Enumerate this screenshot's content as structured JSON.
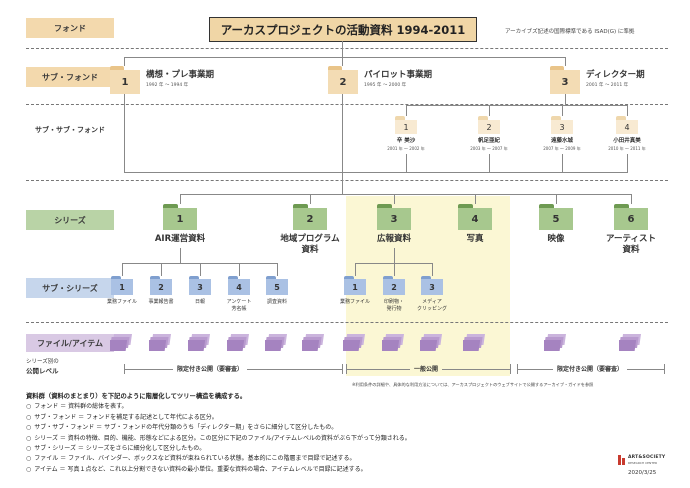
{
  "title": "アーカスプロジェクトの活動資料 1994-2011",
  "isad_note": "アーカイブズ記述の国際標準である ISAD(G) に準拠",
  "levels": {
    "fond": "フォンド",
    "sub_fond": "サブ・フォンド",
    "sub_sub_fond": "サブ・サブ・フォンド",
    "series": "シリーズ",
    "sub_series": "サブ・シリーズ",
    "file_item": "ファイル/アイテム",
    "public_level_line1": "シリーズ別の",
    "public_level_line2": "公開レベル"
  },
  "sub_fonds": [
    {
      "num": "1",
      "title": "構想・プレ事業期",
      "years": "1992 年 〜 1994 年"
    },
    {
      "num": "2",
      "title": "パイロット事業期",
      "years": "1995 年 〜 2000 年"
    },
    {
      "num": "3",
      "title": "ディレクター期",
      "years": "2001 年 〜 2011 年"
    }
  ],
  "sub_sub_fonds": [
    {
      "num": "1",
      "name": "辛 美沙",
      "years": "2001 年 〜 2002 年"
    },
    {
      "num": "2",
      "name": "帆足亜紀",
      "years": "2003 年 〜 2007 年"
    },
    {
      "num": "3",
      "name": "遠藤水城",
      "years": "2007 年 〜 2009 年"
    },
    {
      "num": "4",
      "name": "小田井真美",
      "years": "2010 年 〜 2011 年"
    }
  ],
  "series": [
    {
      "num": "1",
      "name": "AIR運営資料"
    },
    {
      "num": "2",
      "name": "地域プログラム\n資料"
    },
    {
      "num": "3",
      "name": "広報資料"
    },
    {
      "num": "4",
      "name": "写真"
    },
    {
      "num": "5",
      "name": "映像"
    },
    {
      "num": "6",
      "name": "アーティスト\n資料"
    }
  ],
  "sub_series": [
    {
      "num": "1",
      "name": "業務ファイル"
    },
    {
      "num": "2",
      "name": "事業報告書"
    },
    {
      "num": "3",
      "name": "日報"
    },
    {
      "num": "4",
      "name": "アンケート\n芳名帳"
    },
    {
      "num": "5",
      "name": "調査資料"
    },
    {
      "num": "1",
      "name": "業務ファイル"
    },
    {
      "num": "2",
      "name": "印刷物・\n発行物"
    },
    {
      "num": "3",
      "name": "メディア\nクリッピング"
    }
  ],
  "public_levels": {
    "limited_left": "限定付き公開（要審査）",
    "general": "一般公開",
    "limited_right": "限定付き公開（要審査）"
  },
  "footnote": "※利用条件の詳細や、具体的な利用方法については、アーカスプロジェクトのウェブサイトで公開するアーカイブ・ガイドを参照",
  "notes": {
    "heading": "資料群（資料のまとまり）を下記のように階層化してツリー構造を構成する。",
    "items": [
      "フォンド ＝ 資料群の総体を表す。",
      "サブ・フォンド ＝ フォンドを補足する記述として年代による区分。",
      "サブ・サブ・フォンド ＝ サブ・フォンドの年代分類のうち「ディレクター期」をさらに細分して区分したもの。",
      "シリーズ ＝ 資料の特徴、目的、機能、形態などによる区分。この区分に下記のファイル/アイテムレベルの資料がぶら下がって分類される。",
      "サブ・シリーズ ＝ シリーズをさらに細分化して区分したもの。",
      "ファイル ＝ ファイル、バインダー、ボックスなど資料が束ねられている状態。基本的にこの階層まで目録で記述する。",
      "アイテム ＝ 写真１点など、これ以上分割できない資料の最小単位。重要な資料の場合、アイテムレベルで目録に記述する。"
    ]
  },
  "logo_line1": "ART&SOCIETY",
  "logo_line2": "RESEARCH CENTER",
  "date": "2020/3/25",
  "colors": {
    "fond_label": "#f3d9ad",
    "series_label": "#b9d3a6",
    "sub_series_label": "#c6d6ec",
    "file_label": "#d9c9e4",
    "highlight": "#fbf7d4",
    "file_stack": "#a583c0"
  }
}
